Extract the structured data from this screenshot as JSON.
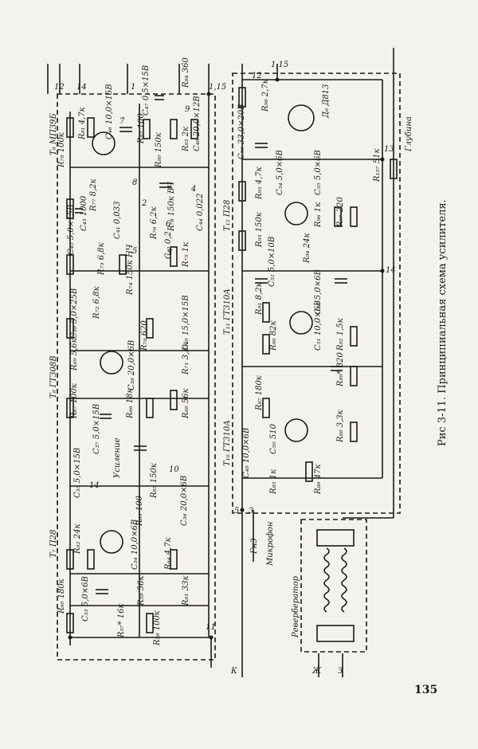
{
  "figure": {
    "caption": "Рис 3-11. Принципиальная схема усилителя.",
    "page_number": "135"
  },
  "labels": {
    "T9": "T₉ МП39Б",
    "T8": "T₈ ГТ308В",
    "T7": "T₇ П28",
    "T12": "T₁₂ П28",
    "T11": "T₁₁ ГТ310А",
    "T10": "T₁₀ ГТ310А",
    "D6": "Д₆ Д813",
    "R81": "R₈₁ 4,7к",
    "R79": "R₇₉ 100к",
    "R82": "R₈₂ 100",
    "R80": "R₈₀ 150к",
    "R83": "R₈₃ 2к",
    "R84": "R₈₄ 360",
    "C46": "C₄₆ 10,0×15В",
    "C47": "C₄₇ 0,5×15В",
    "C48": "C₄₈ 20,0×12В",
    "R77": "R₇₇ 8,2к",
    "R78": "R₇₈ 150к ВЧ",
    "R76": "R₇₆ 6,2к",
    "C43": "C₄₃ 1000",
    "C44": "C₄₄ 0,022",
    "C45": "C₄₅ 5,0×15В",
    "R73": "R₇₃ 6,8к",
    "C41": "C₄₁ 0,033",
    "C42": "C₄₂ 0,2",
    "R75": "R₇₅ 1к",
    "R74": "R₇₄ 150к НЧ",
    "R72": "R₇₂ 6,8к",
    "C39": "C₃₉ 5,0×25В",
    "R69": "R₆₉ 5,6к",
    "R70": "R₇₀ 620",
    "C40": "C₄₀ 15,0×15В",
    "C38": "C₃₈ 20,0×6В",
    "R71": "R₇₁ 3,3к",
    "R67": "R₆₇ 100к",
    "R66": "R₆₆ 18к",
    "R68": "R₆₈ 56к",
    "C37": "C₃₇ 5,0×15В",
    "usilenie": "Усиление",
    "R65": "R₆₅ 150к",
    "R63": "R₆₃ 100",
    "C35": "C₃₅ 5,0×15В",
    "C36": "C₃₆ 20,0×6В",
    "R62": "R₆₂ 24к",
    "C34": "C₃₄ 10,0×6В",
    "R64": "R₆₄ 4,7к",
    "R60": "R₆₀ 180к",
    "C33": "C₃₃ 5,0×6В",
    "R59": "R₅₉ 56к",
    "R61": "R₆₁ 33к",
    "R57": "R₅₇* 16к",
    "R58": "R₅₈ 100к",
    "R98": "R₉₈ 2,7к",
    "C56": "C₅₆ 33,0×20В",
    "R157": "R₁₅₇ 51к",
    "glubina": "Глубина",
    "R95": "R₉₅ 4,7к",
    "C54": "C₅₄ 5,0×6В",
    "C55": "C₅₅ 5,0×6В",
    "R96": "R₉₆ 1к",
    "R97": "R₉₇ 220",
    "R93": "R₉₃ 150к",
    "R94": "R₉₄ 24к",
    "C52": "C₅₂ 5,0×10В",
    "C53": "C₅₃ 5,0×6В",
    "R91": "R₉₁ 8,2к",
    "R90": "R₉₀ 82к",
    "C51": "C₅₁ 10,0×6В",
    "R92": "R₉₂ 1,5к",
    "R89": "R₈₉* 820",
    "R87": "R₈₇ 180к",
    "R88": "R₈₈ 3,3к",
    "C50": "C₅₀ 510",
    "C49": "C₄₉ 10,0×6В",
    "R85": "R₈₅ 1к",
    "R86": "R₈₆ 47к",
    "Gn3": "Гн3",
    "mikrofon": "Микрофон",
    "reverberator": "Ревербератор",
    "nK": "К",
    "nZh": "Ж",
    "nZ": "З",
    "n1": "1",
    "n2": "2",
    "n3": "3",
    "n4": "4",
    "n5": "5",
    "n6": "6",
    "n7": "7",
    "n8": "8",
    "n9": "9",
    "n10": "10",
    "n11": "11",
    "n12": "12",
    "n13": "13",
    "n14": "14",
    "n15": "1,15",
    "n12b": "12",
    "n15b": "1,15",
    "n14b": "14",
    "n14c": "14",
    "n3b": "3",
    "n5b": "5"
  }
}
